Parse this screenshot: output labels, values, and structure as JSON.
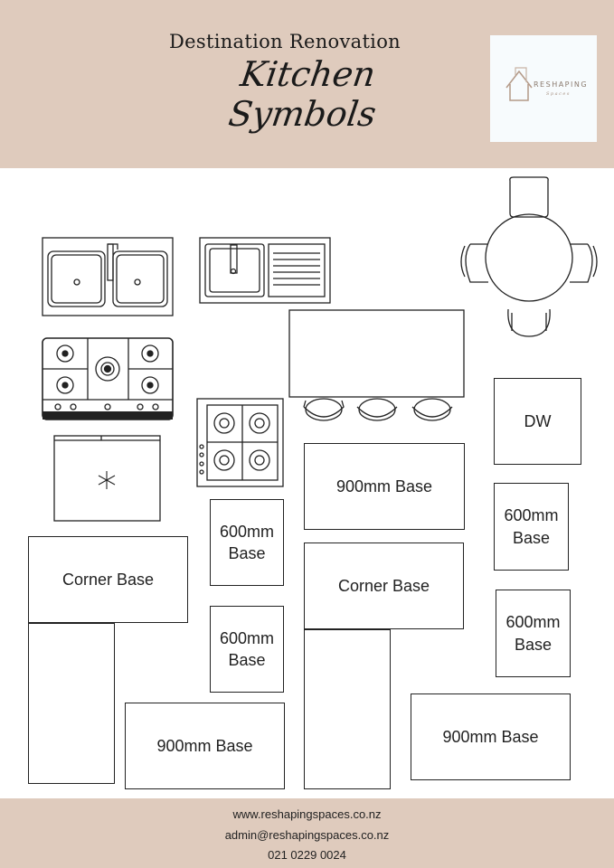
{
  "header": {
    "title": "Destination Renovation",
    "script_title": "Kitchen Symbols",
    "logo": {
      "name": "RESHAPING",
      "sub": "Spaces"
    }
  },
  "labels": {
    "dw": "DW",
    "base_900_a": "900mm Base",
    "base_600_a": "600mm Base",
    "base_600_b": "600mm Base",
    "base_600_c": "600mm Base",
    "base_600_d": "600mm Base",
    "corner_base_a": "Corner Base",
    "corner_base_b": "Corner Base",
    "base_900_b": "900mm Base",
    "base_900_c": "900mm Base"
  },
  "footer": {
    "website": "www.reshapingspaces.co.nz",
    "email": "admin@reshapingspaces.co.nz",
    "phone": "021 0229 0024"
  },
  "colors": {
    "band": "#dfcbbd",
    "line": "#222222"
  }
}
